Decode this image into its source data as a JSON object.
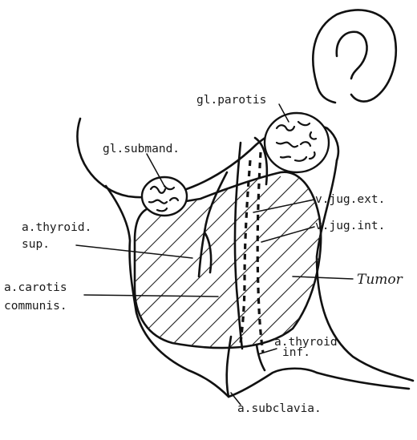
{
  "labels": {
    "gl_parotis": "gl.parotis",
    "gl_submand": "gl.submand.",
    "v_jug_ext": "v.jug.ext.",
    "v_jug_int": "v.jug.int.",
    "a_thyroid_sup_line1": "a.thyroid.",
    "a_thyroid_sup_line2": "sup.",
    "tumor": "Tumor",
    "a_carotis_line1": "a.carotis",
    "a_carotis_line2": "communis.",
    "a_thyroid_inf_line1": "a.thyroid.",
    "a_thyroid_inf_line2": "inf.",
    "a_subclavia": "a.subclavia."
  },
  "colors": {
    "ink": "#111111",
    "paper": "#ffffff"
  }
}
